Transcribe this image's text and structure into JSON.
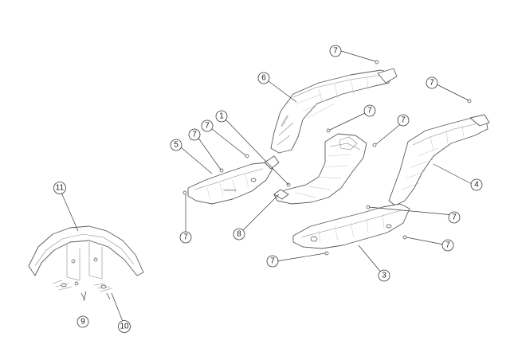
{
  "diagram": {
    "callouts": [
      {
        "id": "c-7a",
        "label": "7"
      },
      {
        "id": "c-6",
        "label": "6"
      },
      {
        "id": "c-7b",
        "label": "7"
      },
      {
        "id": "c-7c",
        "label": "7"
      },
      {
        "id": "c-7d",
        "label": "7"
      },
      {
        "id": "c-1",
        "label": "1"
      },
      {
        "id": "c-7e",
        "label": "7"
      },
      {
        "id": "c-7f",
        "label": "7"
      },
      {
        "id": "c-5",
        "label": "5"
      },
      {
        "id": "c-4",
        "label": "4"
      },
      {
        "id": "c-11",
        "label": "11"
      },
      {
        "id": "c-7g",
        "label": "7"
      },
      {
        "id": "c-8",
        "label": "8"
      },
      {
        "id": "c-7h",
        "label": "7"
      },
      {
        "id": "c-7i",
        "label": "7"
      },
      {
        "id": "c-7j",
        "label": "7"
      },
      {
        "id": "c-3",
        "label": "3"
      },
      {
        "id": "c-9",
        "label": "9"
      },
      {
        "id": "c-10",
        "label": "10"
      }
    ]
  }
}
